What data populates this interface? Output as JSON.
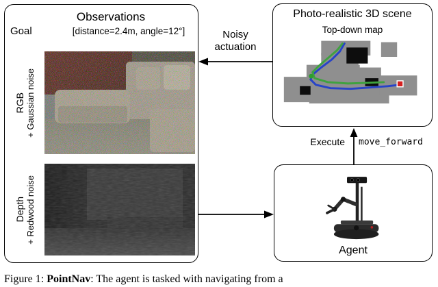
{
  "colors": {
    "map-gray": "#8f8f8f",
    "map-black": "#0d0d0d",
    "path-blue": "#2743c8",
    "path-green": "#3fa23f",
    "goal-red": "#d42020",
    "start-green": "#2f9e2f"
  },
  "observations": {
    "title": "Observations",
    "goal_label": "Goal",
    "goal_value": "[distance=2.4m, angle=12°]",
    "rgb": {
      "label": "RGB",
      "noise": "+ Gaussian noise"
    },
    "depth": {
      "label": "Depth",
      "noise": "+ Redwood noise"
    }
  },
  "scene": {
    "title": "Photo-realistic 3D scene",
    "subtitle": "Top-down map"
  },
  "agent": {
    "label": "Agent"
  },
  "arrows": {
    "noisy_line1": "Noisy",
    "noisy_line2": "actuation",
    "execute": "Execute",
    "command": "move_forward"
  },
  "caption": {
    "figure_label": "Figure 1:",
    "term": "PointNav",
    "rest": ": The agent is tasked with navigating from a"
  }
}
